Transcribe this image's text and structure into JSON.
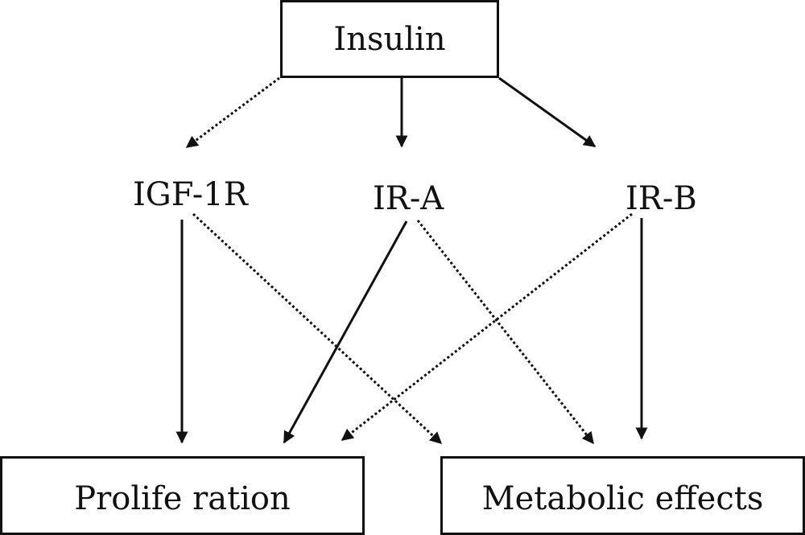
{
  "nodes": {
    "insulin": "Insulin",
    "igf1r": "IGF-1R",
    "ira": "IR-A",
    "irb": "IR-B",
    "proliferation": "Prolife ration",
    "metabolic": "Metabolic effects"
  },
  "edges": [
    {
      "from": "Insulin",
      "to": "IGF-1R",
      "style": "dotted"
    },
    {
      "from": "Insulin",
      "to": "IR-A",
      "style": "solid"
    },
    {
      "from": "Insulin",
      "to": "IR-B",
      "style": "solid"
    },
    {
      "from": "IGF-1R",
      "to": "Prolife ration",
      "style": "solid"
    },
    {
      "from": "IGF-1R",
      "to": "Metabolic effects",
      "style": "dotted"
    },
    {
      "from": "IR-A",
      "to": "Prolife ration",
      "style": "solid"
    },
    {
      "from": "IR-A",
      "to": "Metabolic effects",
      "style": "dotted"
    },
    {
      "from": "IR-B",
      "to": "Prolife ration",
      "style": "dotted"
    },
    {
      "from": "IR-B",
      "to": "Metabolic effects",
      "style": "solid"
    }
  ]
}
